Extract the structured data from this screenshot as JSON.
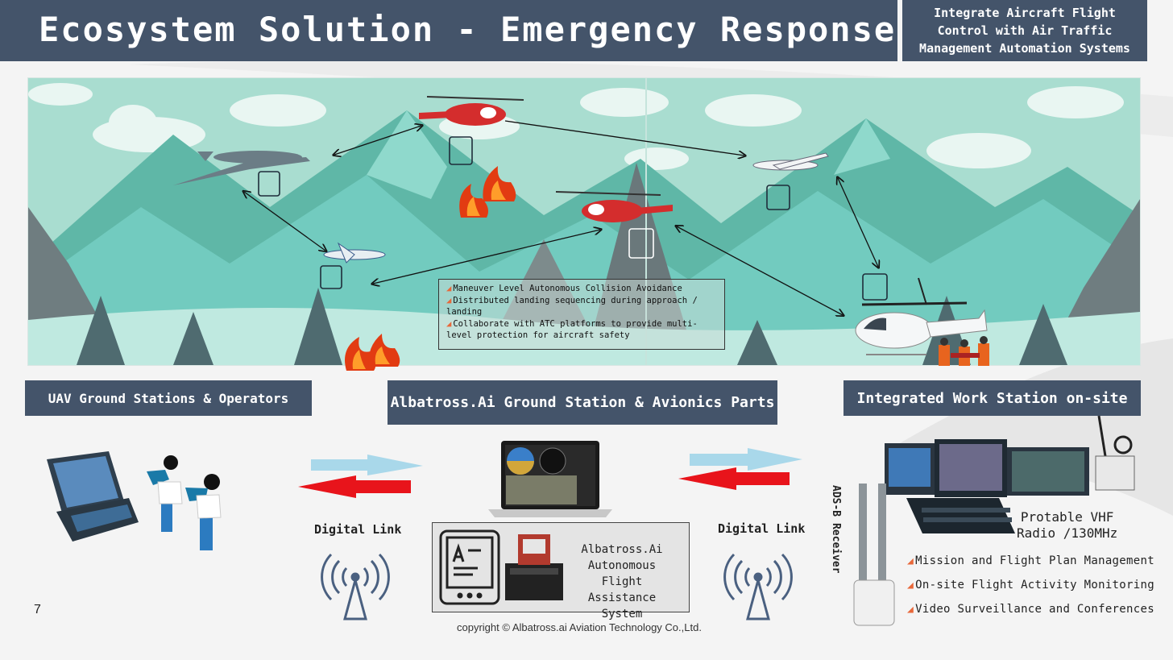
{
  "header": {
    "title": "Ecosystem Solution - Emergency Response",
    "subtitle_lines": [
      "Integrate Aircraft Flight",
      "Control with Air Traffic",
      "Management Automation Systems"
    ]
  },
  "callout": {
    "items": [
      "Maneuver Level Autonomous Collision Avoidance",
      "Distributed landing sequencing during approach / landing",
      "Collaborate with ATC platforms to provide multi-level protection for aircraft safety"
    ]
  },
  "sections": {
    "uav": "UAV Ground Stations & Operators",
    "albatross": "Albatross.Ai Ground Station & Avionics Parts",
    "workstation": "Integrated Work Station on-site"
  },
  "links": {
    "left": "Digital Link",
    "right": "Digital Link"
  },
  "system": {
    "line1": "Albatross.Ai",
    "line2": "Autonomous Flight",
    "line3": "Assistance System"
  },
  "workstation": {
    "adsb": "ADS-B Receiver",
    "vhf_line1": "Protable VHF",
    "vhf_line2": "Radio /130MHz",
    "features": [
      "Mission and Flight Plan Management",
      "On-site Flight Activity Monitoring",
      "Video Surveillance and Conferences"
    ]
  },
  "footer": {
    "copyright": "copyright © Albatross.ai Aviation Technology Co.,Ltd.",
    "page": "7"
  },
  "colors": {
    "header_bg": "#44546a",
    "arrow_red": "#e8141b",
    "arrow_blue": "#a9d8ea",
    "bullet": "#e8683a",
    "sky": "#a8dcd0"
  }
}
